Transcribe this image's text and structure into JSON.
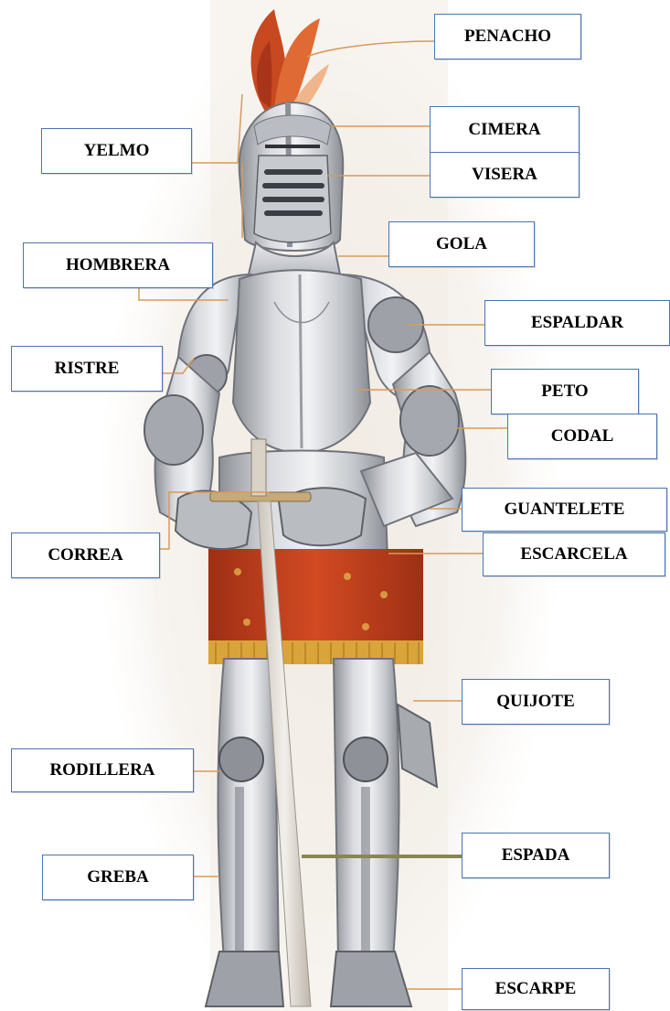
{
  "image": {
    "subject": "armor-suit",
    "colors": {
      "steel_light": "#e4e5e8",
      "steel_mid": "#b7babf",
      "steel_dark": "#6f737a",
      "plume": "#d0502a",
      "skirt": "#c4401c",
      "fringe": "#d9a43a",
      "leader_orange": "#d79a5a",
      "leader_olive": "#8a8652",
      "label_border": "#4a74b0"
    }
  },
  "labels": {
    "penacho": "PENACHO",
    "cimera": "CIMERA",
    "visera": "VISERA",
    "yelmo": "YELMO",
    "gola": "GOLA",
    "hombrera": "HOMBRERA",
    "espaldar": "ESPALDAR",
    "ristre": "RISTRE",
    "peto": "PETO",
    "codal": "CODAL",
    "guantelete": "GUANTELETE",
    "correa": "CORREA",
    "escarcela": "ESCARCELA",
    "quijote": "QUIJOTE",
    "rodillera": "RODILLERA",
    "espada": "ESPADA",
    "greba": "GREBA",
    "escarpe": "ESCARPE"
  }
}
